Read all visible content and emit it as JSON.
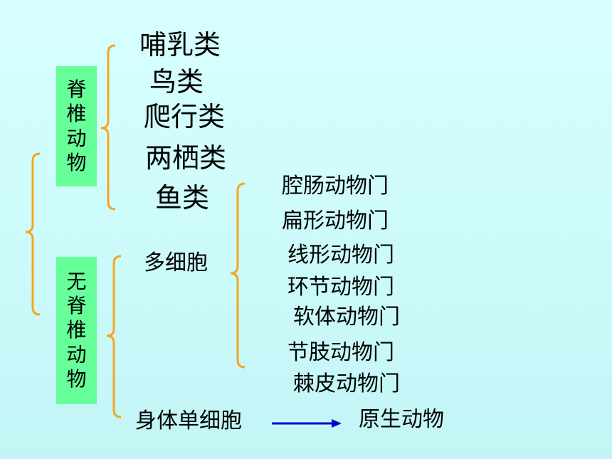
{
  "vertebrates": {
    "label_chars": [
      "脊",
      "椎",
      "动",
      "物"
    ],
    "classes": [
      "哺乳类",
      "鸟类",
      "爬行类",
      "两栖类",
      "鱼类"
    ]
  },
  "invertebrates": {
    "label_chars": [
      "无",
      "脊",
      "椎",
      "动",
      "物"
    ],
    "multicellular_label": "多细胞",
    "phyla": [
      "腔肠动物门",
      "扁形动物门",
      "线形动物门",
      "环节动物门",
      "软体动物门",
      "节肢动物门",
      "棘皮动物门"
    ],
    "unicellular_label": "身体单细胞",
    "unicellular_result": "原生动物"
  },
  "colors": {
    "background": "#ccfafa",
    "label_box": "#66ff99",
    "brace": "#f5a623",
    "arrow": "#0000cc"
  }
}
